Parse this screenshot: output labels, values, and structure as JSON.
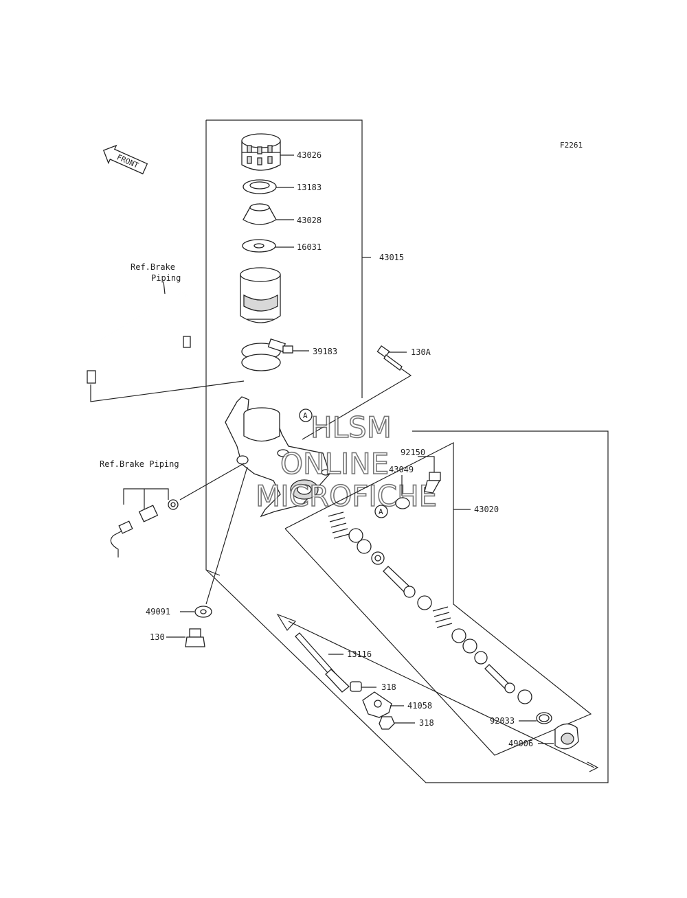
{
  "figure_code": "F2261",
  "front_label": "FRONT",
  "ref_brake_piping_top": [
    "Ref.Brake",
    "Piping"
  ],
  "ref_brake_piping_left": "Ref.Brake Piping",
  "parts": {
    "p43026": "43026",
    "p13183": "13183",
    "p43028": "43028",
    "p16031": "16031",
    "p43015": "43015",
    "p39183": "39183",
    "p130A": "130A",
    "p92150": "92150",
    "p43049": "43049",
    "p43020": "43020",
    "p49091": "49091",
    "p130": "130",
    "p13116": "13116",
    "p318a": "318",
    "p41058": "41058",
    "p318b": "318",
    "p92033": "92033",
    "p49006": "49006"
  },
  "callout_a": "A",
  "watermark": [
    "HLSM",
    "ONLINE",
    "MICROFICHE"
  ]
}
